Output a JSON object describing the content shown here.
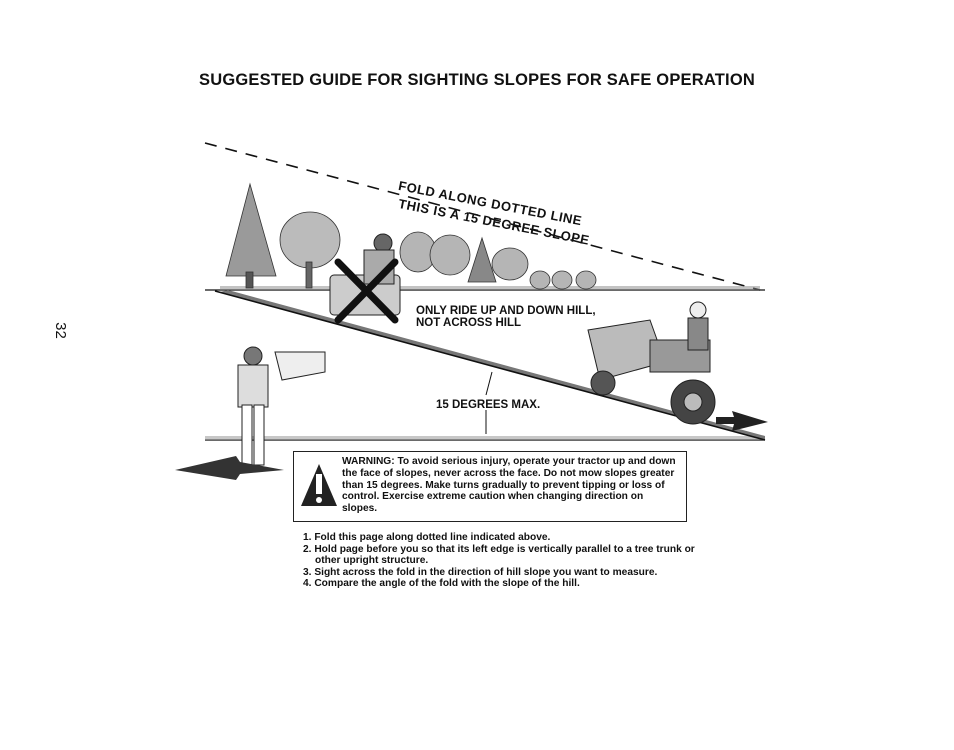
{
  "page": {
    "title": "SUGGESTED GUIDE FOR SIGHTING SLOPES FOR SAFE OPERATION",
    "page_number": "32"
  },
  "diagram": {
    "fold_line_text": "FOLD ALONG DOTTED LINE",
    "slope_text": "THIS IS A 15 DEGREE SLOPE",
    "ride_instruction": "ONLY RIDE UP AND DOWN HILL, NOT ACROSS HILL",
    "angle_label": "15 DEGREES MAX."
  },
  "warning": {
    "text": "WARNING: To avoid serious injury, operate your tractor up and down the face of slopes, never across the face. Do not mow slopes greater than 15 degrees. Make turns gradually to prevent tipping or loss of control. Exercise extreme caution when changing direction on slopes."
  },
  "instructions": [
    "1. Fold this page along dotted line indicated above.",
    "2. Hold page before you so that its left edge is vertically parallel to a tree trunk or other upright structure.",
    "3. Sight across the fold in the direction of hill slope you want to measure.",
    "4. Compare the angle of the fold with the slope of the hill."
  ]
}
